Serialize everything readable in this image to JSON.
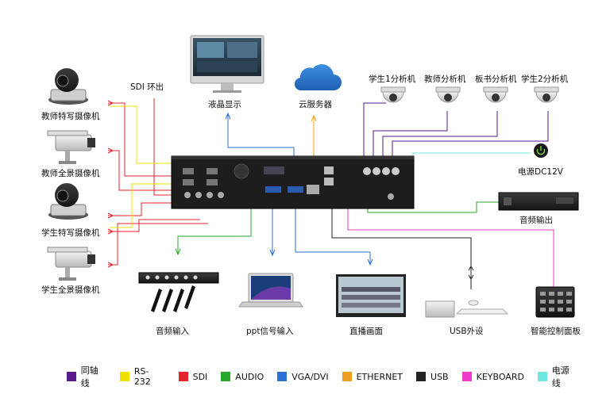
{
  "labels": {
    "sdi_loop": "SDI 环出",
    "lcd": "液晶显示",
    "cloud": "云服务器",
    "teacher_close_cam": "教师特写摄像机",
    "teacher_pano_cam": "教师全景摄像机",
    "student_close_cam": "学生特写摄像机",
    "student_pano_cam": "学生全景摄像机",
    "student1": "学生1分析机",
    "teacher_analyzer": "教师分析机",
    "board_analyzer": "板书分析机",
    "student2": "学生2分析机",
    "power": "电源DC12V",
    "audio_out": "音频输出",
    "audio_in": "音频输入",
    "ppt_in": "ppt信号输入",
    "live": "直播画面",
    "usb_dev": "USB外设",
    "control_panel": "智能控制面板"
  },
  "legend": [
    {
      "label": "同轴线",
      "color": "#5b1a8b"
    },
    {
      "label": "RS-232",
      "color": "#f0e000"
    },
    {
      "label": "SDI",
      "color": "#e8232d"
    },
    {
      "label": "AUDIO",
      "color": "#26a82a"
    },
    {
      "label": "VGA/DVI",
      "color": "#2a70d8"
    },
    {
      "label": "ETHERNET",
      "color": "#f0a020"
    },
    {
      "label": "USB",
      "color": "#222222"
    },
    {
      "label": "KEYBOARD",
      "color": "#ee3cc8"
    },
    {
      "label": "电源线",
      "color": "#6de8e0"
    }
  ],
  "icons": {
    "dome_camera": "dome-camera-icon",
    "ptz_camera": "ptz-camera-icon",
    "box_camera": "box-camera-icon",
    "cloud": "cloud-icon",
    "power": "power-button-icon"
  }
}
